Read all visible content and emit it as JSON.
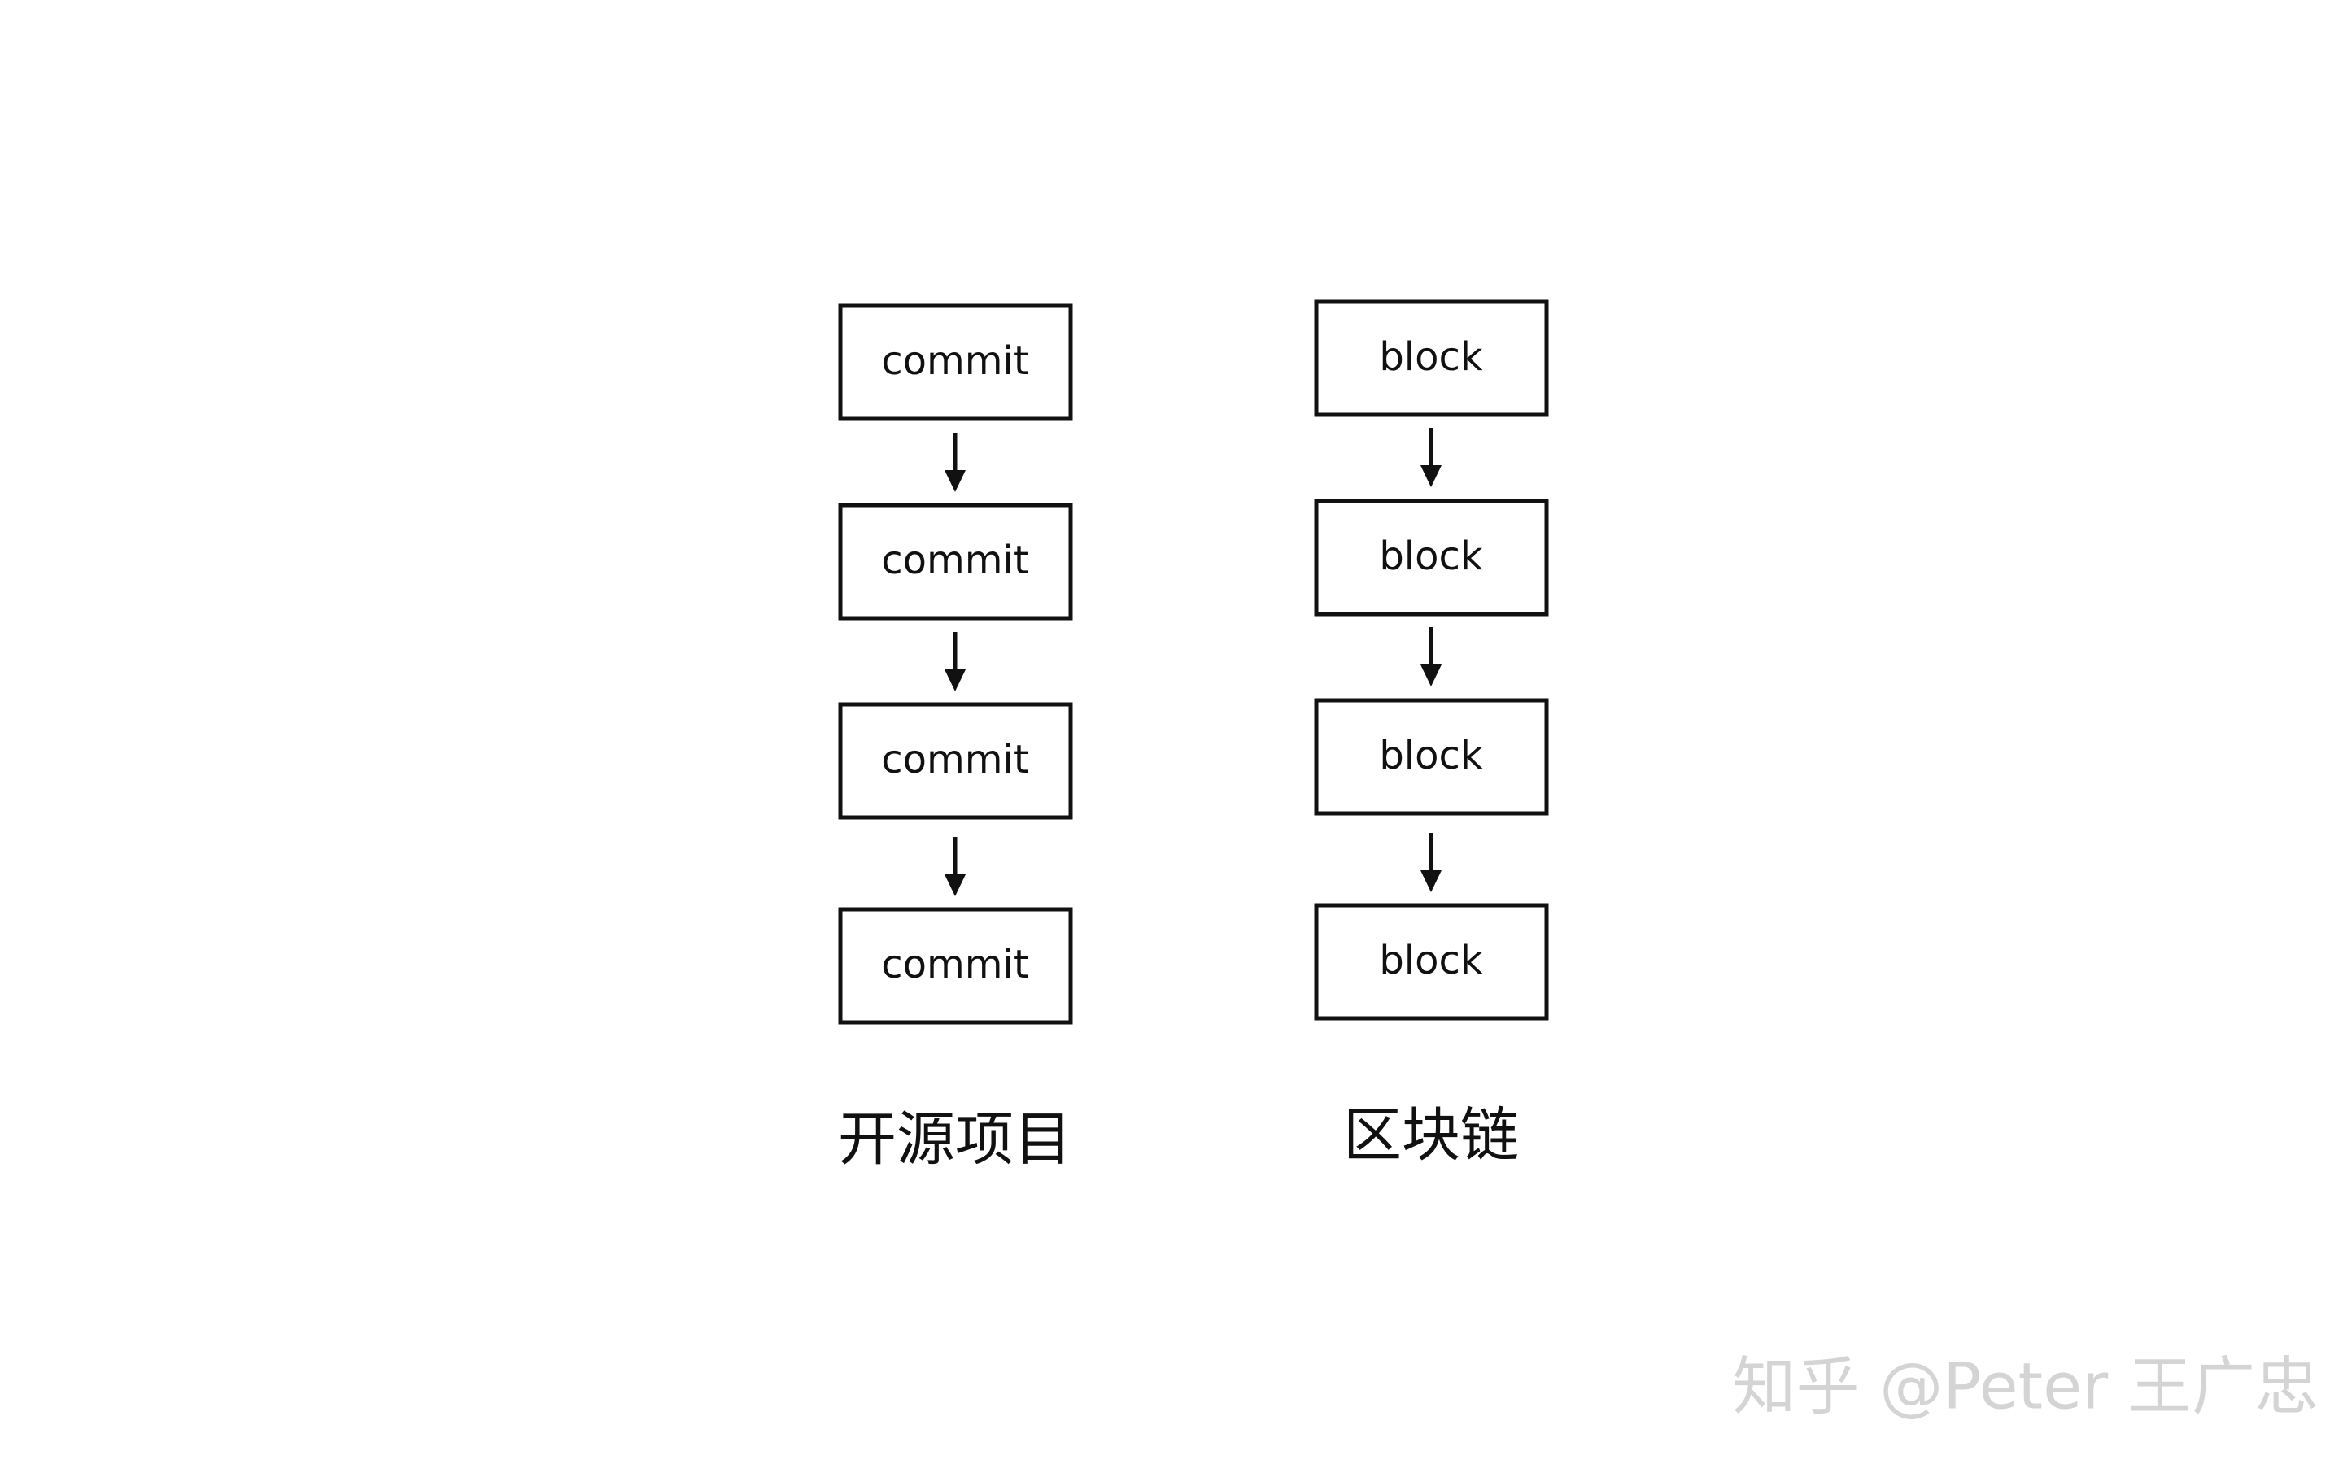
{
  "columns": [
    {
      "caption": "开源项目",
      "nodes": [
        "commit",
        "commit",
        "commit",
        "commit"
      ]
    },
    {
      "caption": "区块链",
      "nodes": [
        "block",
        "block",
        "block",
        "block"
      ]
    }
  ],
  "watermark": "知乎 @Peter 王广忠",
  "colors": {
    "stroke": "#111111",
    "background": "#ffffff",
    "watermark": "#d4d4d4"
  }
}
